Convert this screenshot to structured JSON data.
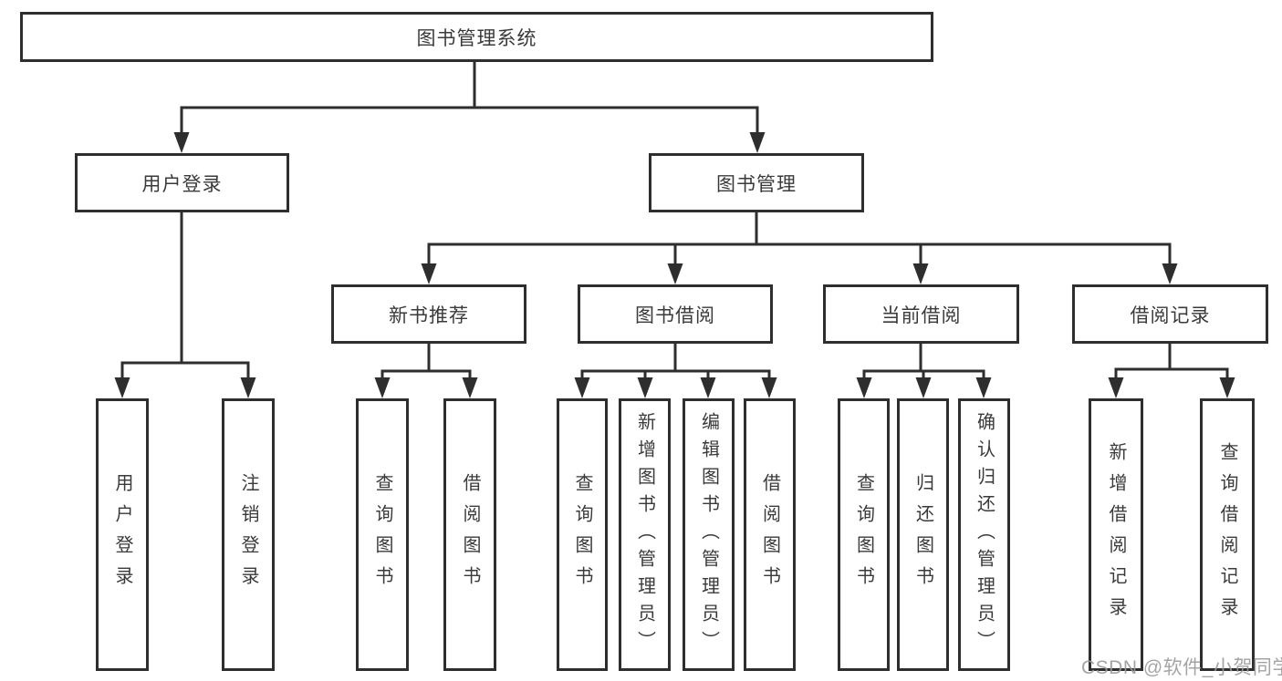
{
  "diagram": {
    "root": {
      "label": "图书管理系统",
      "children": [
        {
          "label": "用户登录",
          "children": [
            {
              "label": "用户登录"
            },
            {
              "label": "注销登录"
            }
          ]
        },
        {
          "label": "图书管理",
          "children": [
            {
              "label": "新书推荐",
              "children": [
                {
                  "label": "查询图书"
                },
                {
                  "label": "借阅图书"
                }
              ]
            },
            {
              "label": "图书借阅",
              "children": [
                {
                  "label": "查询图书"
                },
                {
                  "label": "新增图书（管理员）"
                },
                {
                  "label": "编辑图书（管理员）"
                },
                {
                  "label": "借阅图书"
                }
              ]
            },
            {
              "label": "当前借阅",
              "children": [
                {
                  "label": "查询图书"
                },
                {
                  "label": "归还图书"
                },
                {
                  "label": "确认归还（管理员）"
                }
              ]
            },
            {
              "label": "借阅记录",
              "children": [
                {
                  "label": "新增借阅记录"
                },
                {
                  "label": "查询借阅记录"
                }
              ]
            }
          ]
        }
      ]
    },
    "colors": {
      "line": "#2e2e2e",
      "text": "#3a3a3a",
      "watermark": "#9a9a9a"
    }
  },
  "watermark": "CSDN @软件_小贺同学"
}
